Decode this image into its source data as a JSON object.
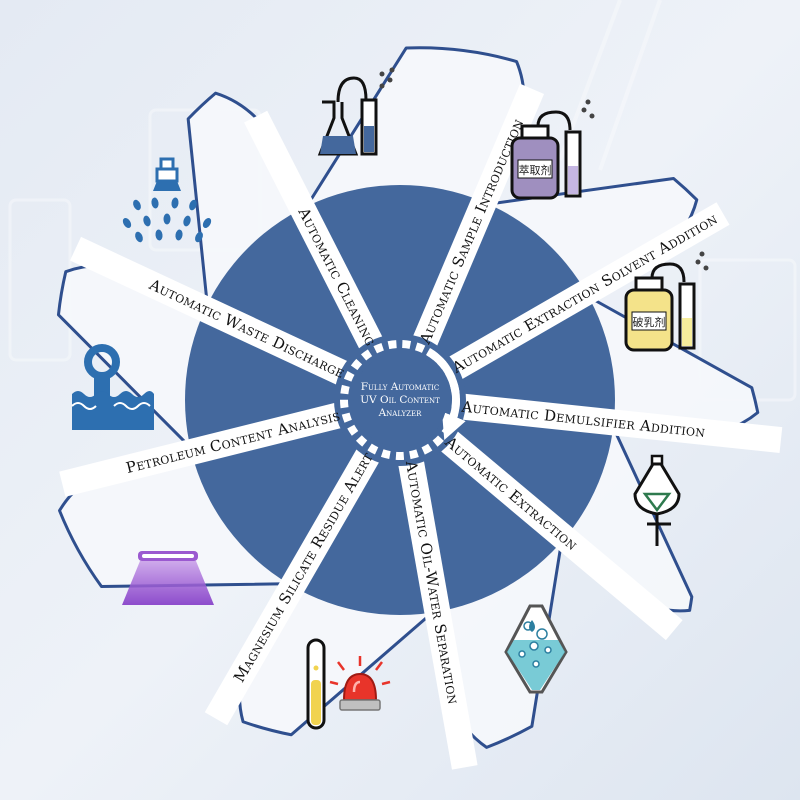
{
  "center": {
    "lines": [
      "Fully Automatic",
      "UV Oil Content",
      "Analyzer"
    ]
  },
  "colors": {
    "wheel": "#44689d",
    "frame": "#2f4f8e",
    "card": "#f5f7fb",
    "background": "#e9eef5",
    "yellow": "#f1d34f",
    "purple": "#9b59d0",
    "teal": "#62c2cf",
    "red": "#e8342a",
    "green": "#2e7a4e"
  },
  "steps": [
    {
      "id": "sample-introduction",
      "label": "Automatic Sample Introduction",
      "icon": "sample-vessel-icon"
    },
    {
      "id": "extraction-solvent",
      "label": "Automatic Extraction Solvent Addition",
      "icon": "solvent-bottle-icon",
      "bottle_label": "萃取剂"
    },
    {
      "id": "demulsifier-addition",
      "label": "Automatic Demulsifier Addition",
      "icon": "demulsifier-bottle-icon",
      "bottle_label": "破乳剂"
    },
    {
      "id": "extraction",
      "label": "Automatic Extraction",
      "icon": "separatory-funnel-icon"
    },
    {
      "id": "oil-water-separation",
      "label": "Automatic Oil-Water Separation",
      "icon": "separation-cone-icon"
    },
    {
      "id": "silicate-alert",
      "label": "Magnesium Silicate Residue Alert",
      "icon": "alarm-tube-icon"
    },
    {
      "id": "petroleum-analysis",
      "label": "Petroleum Content Analysis",
      "icon": "uv-lamp-icon"
    },
    {
      "id": "waste-discharge",
      "label": "Automatic Waste Discharge",
      "icon": "waste-pipe-icon"
    },
    {
      "id": "cleaning",
      "label": "Automatic Cleaning",
      "icon": "spray-nozzle-icon"
    }
  ]
}
